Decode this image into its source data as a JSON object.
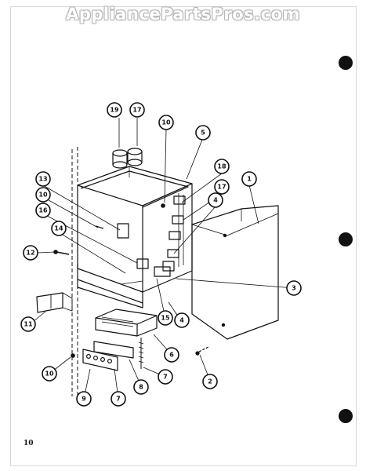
{
  "watermark": "AppliancePartsPros.com",
  "page_number": "10",
  "callouts": [
    {
      "id": "callout-1",
      "label": "1"
    },
    {
      "id": "callout-2",
      "label": "2"
    },
    {
      "id": "callout-3",
      "label": "3"
    },
    {
      "id": "callout-4a",
      "label": "4"
    },
    {
      "id": "callout-4b",
      "label": "4"
    },
    {
      "id": "callout-5",
      "label": "5"
    },
    {
      "id": "callout-6",
      "label": "6"
    },
    {
      "id": "callout-7a",
      "label": "7"
    },
    {
      "id": "callout-7b",
      "label": "7"
    },
    {
      "id": "callout-8",
      "label": "8"
    },
    {
      "id": "callout-9",
      "label": "9"
    },
    {
      "id": "callout-10a",
      "label": "10"
    },
    {
      "id": "callout-10b",
      "label": "10"
    },
    {
      "id": "callout-10c",
      "label": "10"
    },
    {
      "id": "callout-11",
      "label": "11"
    },
    {
      "id": "callout-12",
      "label": "12"
    },
    {
      "id": "callout-13",
      "label": "13"
    },
    {
      "id": "callout-14",
      "label": "14"
    },
    {
      "id": "callout-15",
      "label": "15"
    },
    {
      "id": "callout-16",
      "label": "16"
    },
    {
      "id": "callout-17a",
      "label": "17"
    },
    {
      "id": "callout-17b",
      "label": "17"
    },
    {
      "id": "callout-18",
      "label": "18"
    },
    {
      "id": "callout-19",
      "label": "19"
    }
  ]
}
